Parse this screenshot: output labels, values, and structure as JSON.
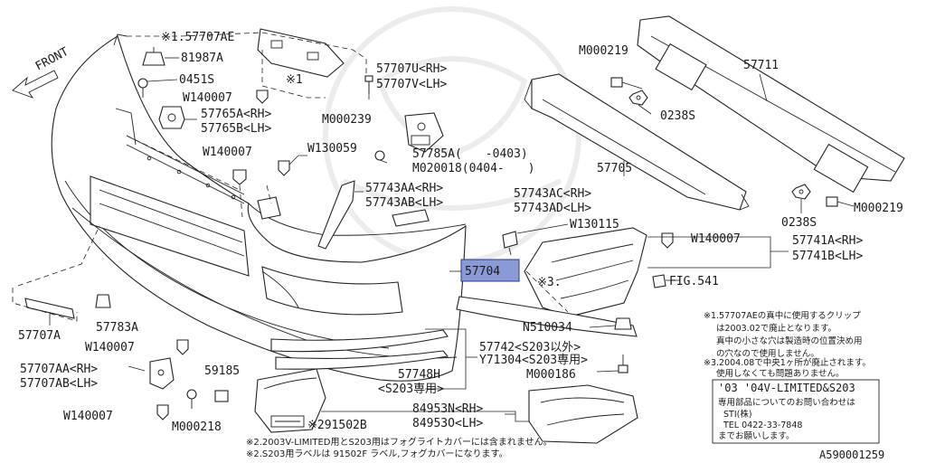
{
  "diagram": {
    "title": "",
    "front_label": "FRONT",
    "highlight_part": "57704",
    "ref_number": "A590001259",
    "labels": {
      "l_57707ae": "※1.57707AE",
      "l_81987a": "81987A",
      "l_0451s": "0451S",
      "l_w140007_a": "W140007",
      "l_57765a": "57765A<RH>",
      "l_57765b": "57765B<LH>",
      "l_57707u": "57707U<RH>",
      "l_57707v": "57707V<LH>",
      "l_star1": "※1",
      "l_m000239": "M000239",
      "l_w140007_b": "W140007",
      "l_w130059": "W130059",
      "l_57785a": "57785A(　　-0403)",
      "l_m020018": "M020018(0404-　　)",
      "l_57743aa": "57743AA<RH>",
      "l_57743ab": "57743AB<LH>",
      "l_57743ac": "57743AC<RH>",
      "l_57743ad": "57743AD<LH>",
      "l_w130115": "W130115",
      "l_w140007_c": "W140007",
      "l_57741a": "57741A<RH>",
      "l_57741b": "57741B<LH>",
      "l_fig541": "FIG.541",
      "l_star3": "※3.",
      "l_m000219_a": "M000219",
      "l_57711": "57711",
      "l_0238s_a": "0238S",
      "l_57705": "57705",
      "l_0238s_b": "0238S",
      "l_m000219_b": "M000219",
      "l_57707a": "57707A",
      "l_57783a": "57783A",
      "l_w140007_d": "W140007",
      "l_57707aa": "57707AA<RH>",
      "l_57707ab": "57707AB<LH>",
      "l_59185": "59185",
      "l_w140007_e": "W140007",
      "l_m000218": "M000218",
      "l_n510034": "N510034",
      "l_57742": "57742<S203以外>",
      "l_y71304": "Y71304<S203専用>",
      "l_57748h": "57748H",
      "l_s203only": "<S203専用>",
      "l_m000186": "M000186",
      "l_84953n": "84953N<RH>",
      "l_84953o": "84953O<LH>",
      "l_291502b": "※291502B"
    },
    "notes_right": [
      "※1.57707AEの真中に使用するクリップ",
      "は2003.02で廃止となります。",
      "真中の小さな穴は製造時の位置決め用",
      "の穴なので使用しません。",
      "※3.2004.08で中央1ヶ所が廃止されます。",
      "使用しなくても問題ありません。"
    ],
    "note_box": [
      "'03 '04V-LIMITED&S203",
      "専用部品についてのお問い合わせは",
      "STI(株)",
      "TEL 0422-33-7848",
      "までお願いします。"
    ],
    "notes_bottom": [
      "※2.2003V-LIMITED用とS203用はフォグライトカバーには含まれません。",
      "※2.S203用ラベルは 91502F ラベル,フォグカバーになります。"
    ]
  }
}
